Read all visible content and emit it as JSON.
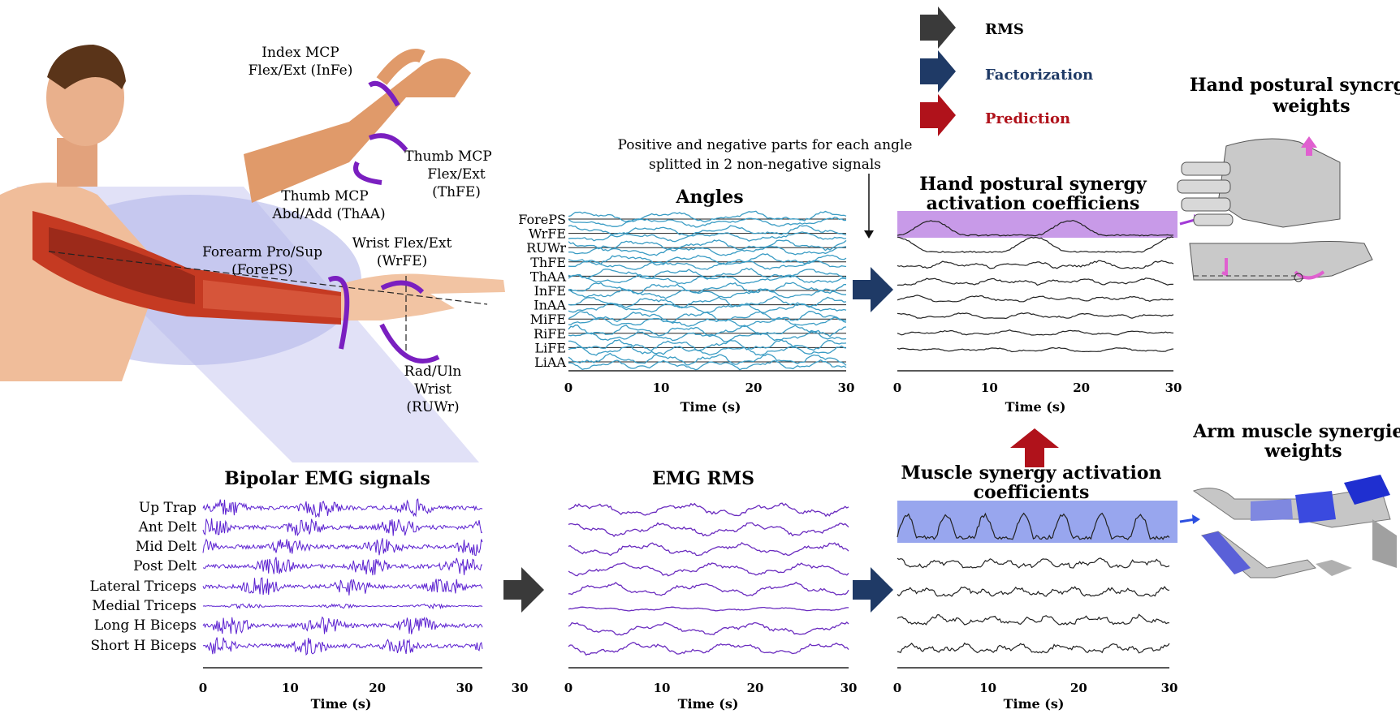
{
  "legend": [
    {
      "label": "RMS",
      "color": "#3a3a3a"
    },
    {
      "label": "Factorization",
      "color": "#1f3a66"
    },
    {
      "label": "Prediction",
      "color": "#b0121b"
    }
  ],
  "hand_labels": {
    "index": [
      "Index MCP",
      "Flex/Ext (InFe)"
    ],
    "thumb_fe": [
      "Thumb MCP",
      "Flex/Ext",
      "(ThFE)"
    ],
    "thumb_aa": [
      "Thumb MCP",
      "Abd/Add (ThAA)"
    ],
    "forearm": [
      "Forearm Pro/Sup",
      "(ForePS)"
    ],
    "wrist": [
      "Wrist Flex/Ext",
      "(WrFE)"
    ],
    "radul": [
      "Rad/Uln",
      "Wrist",
      "(RUWr)"
    ]
  },
  "note": [
    "Positive and negative parts for each angle",
    "splitted in 2 non-negative signals"
  ],
  "angles": {
    "title": "Angles",
    "channels": [
      "ForePS",
      "WrFE",
      "RUWr",
      "ThFE",
      "ThAA",
      "InFE",
      "InAA",
      "MiFE",
      "RiFE",
      "LiFE",
      "LiAA"
    ],
    "ticks": [
      "0",
      "10",
      "20",
      "30"
    ],
    "xlabel": "Time (s)"
  },
  "hand_coeffs": {
    "title": [
      "Hand postural synergy",
      "activation coefficiens"
    ],
    "ticks": [
      "0",
      "10",
      "20",
      "30"
    ],
    "xlabel": "Time (s)"
  },
  "hand_weights": {
    "title": [
      "Hand postural syncrgics",
      "weights"
    ]
  },
  "emg": {
    "title": "Bipolar EMG signals",
    "channels": [
      "Up Trap",
      "Ant Delt",
      "Mid Delt",
      "Post Delt",
      "Lateral Triceps",
      "Medial Triceps",
      "Long H Biceps",
      "Short H Biceps"
    ],
    "ticks": [
      "0",
      "10",
      "20",
      "30"
    ],
    "end_tick": "30",
    "xlabel": "Time (s)"
  },
  "rms": {
    "title": "EMG RMS",
    "ticks": [
      "0",
      "10",
      "20",
      "30"
    ],
    "xlabel": "Time (s)"
  },
  "muscle_coeffs": {
    "title": [
      "Muscle synergy activation",
      "coefficients"
    ],
    "ticks": [
      "0",
      "10",
      "20",
      "30"
    ],
    "xlabel": "Time (s)"
  },
  "arm_weights": {
    "title": [
      "Arm muscle synergies",
      "weights"
    ]
  },
  "colors": {
    "angle_line": "#3a9cc4",
    "emg": "#5a1fd0",
    "rms": "#6a2bbf",
    "purple_band": "#c89ae8",
    "blue_band": "#98a6ee",
    "arrow_dark": "#3a3a3a",
    "arrow_navy": "#1f3a66",
    "arrow_red": "#b0121b"
  }
}
